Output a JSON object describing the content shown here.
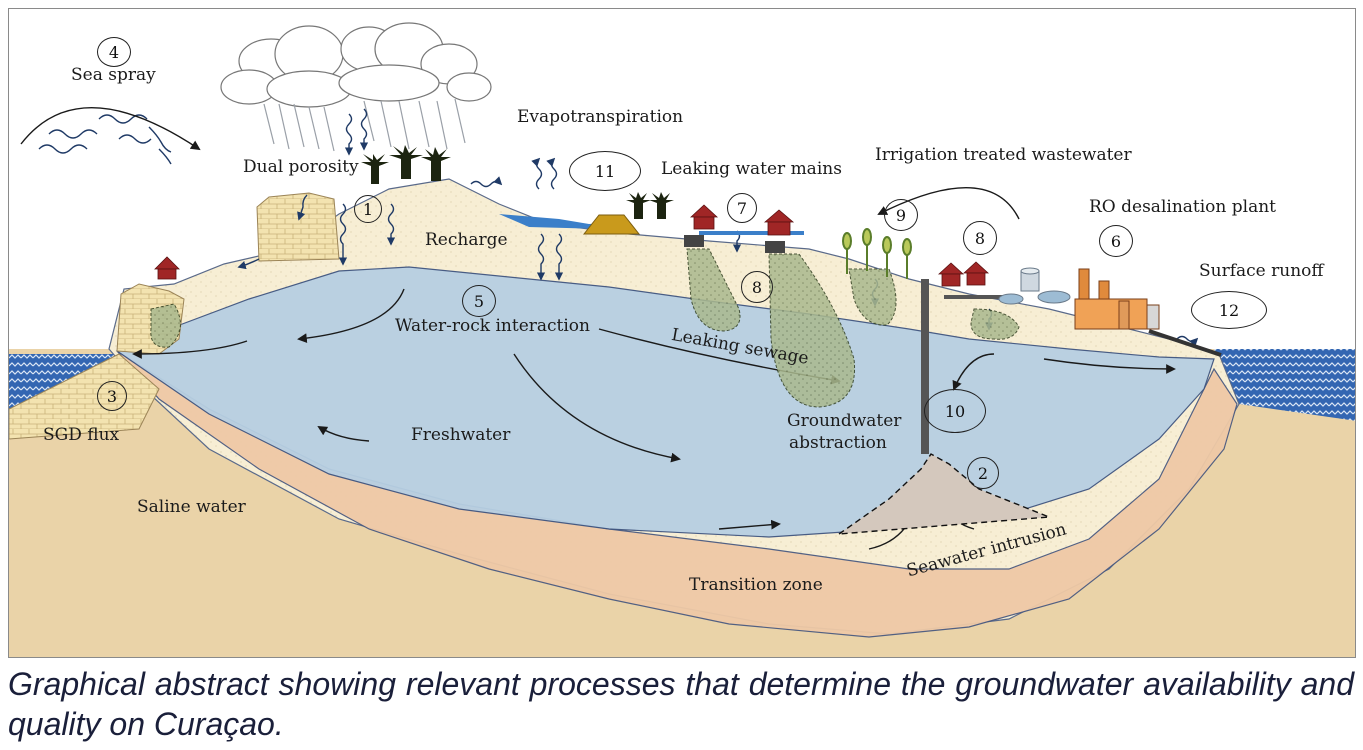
{
  "labels": {
    "sea_spray": "Sea spray",
    "dual_porosity": "Dual porosity",
    "evapotranspiration": "Evapotranspiration",
    "leaking_water_mains": "Leaking water mains",
    "irrigation_treated_wastewater": "Irrigation treated wastewater",
    "ro_desalination_plant": "RO desalination plant",
    "surface_runoff": "Surface runoff",
    "recharge": "Recharge",
    "water_rock_interaction": "Water-rock interaction",
    "leaking_sewage": "Leaking sewage",
    "sgd_flux": "SGD flux",
    "freshwater": "Freshwater",
    "groundwater_abstraction_1": "Groundwater",
    "groundwater_abstraction_2": "abstraction",
    "saline_water": "Saline water",
    "seawater_intrusion": "Seawater intrusion",
    "transition_zone": "Transition zone"
  },
  "markers": {
    "n1": "1",
    "n2": "2",
    "n3": "3",
    "n4": "4",
    "n5": "5",
    "n6": "6",
    "n7": "7",
    "n8a": "8",
    "n8b": "8",
    "n9": "9",
    "n10": "10",
    "n11": "11",
    "n12": "12"
  },
  "caption": "Graphical abstract showing relevant processes that determine the groundwater availability and quality on Curaçao.",
  "colors": {
    "sea": "#3b6fb6",
    "land": "#f6ecd0",
    "freshwater": "#b9cfe0",
    "transition": "#efc9a6",
    "saline": "#e9d2a9",
    "plume": "#a9b98b",
    "caption_text": "#1a1f3a",
    "arrow": "#1f3a66"
  }
}
